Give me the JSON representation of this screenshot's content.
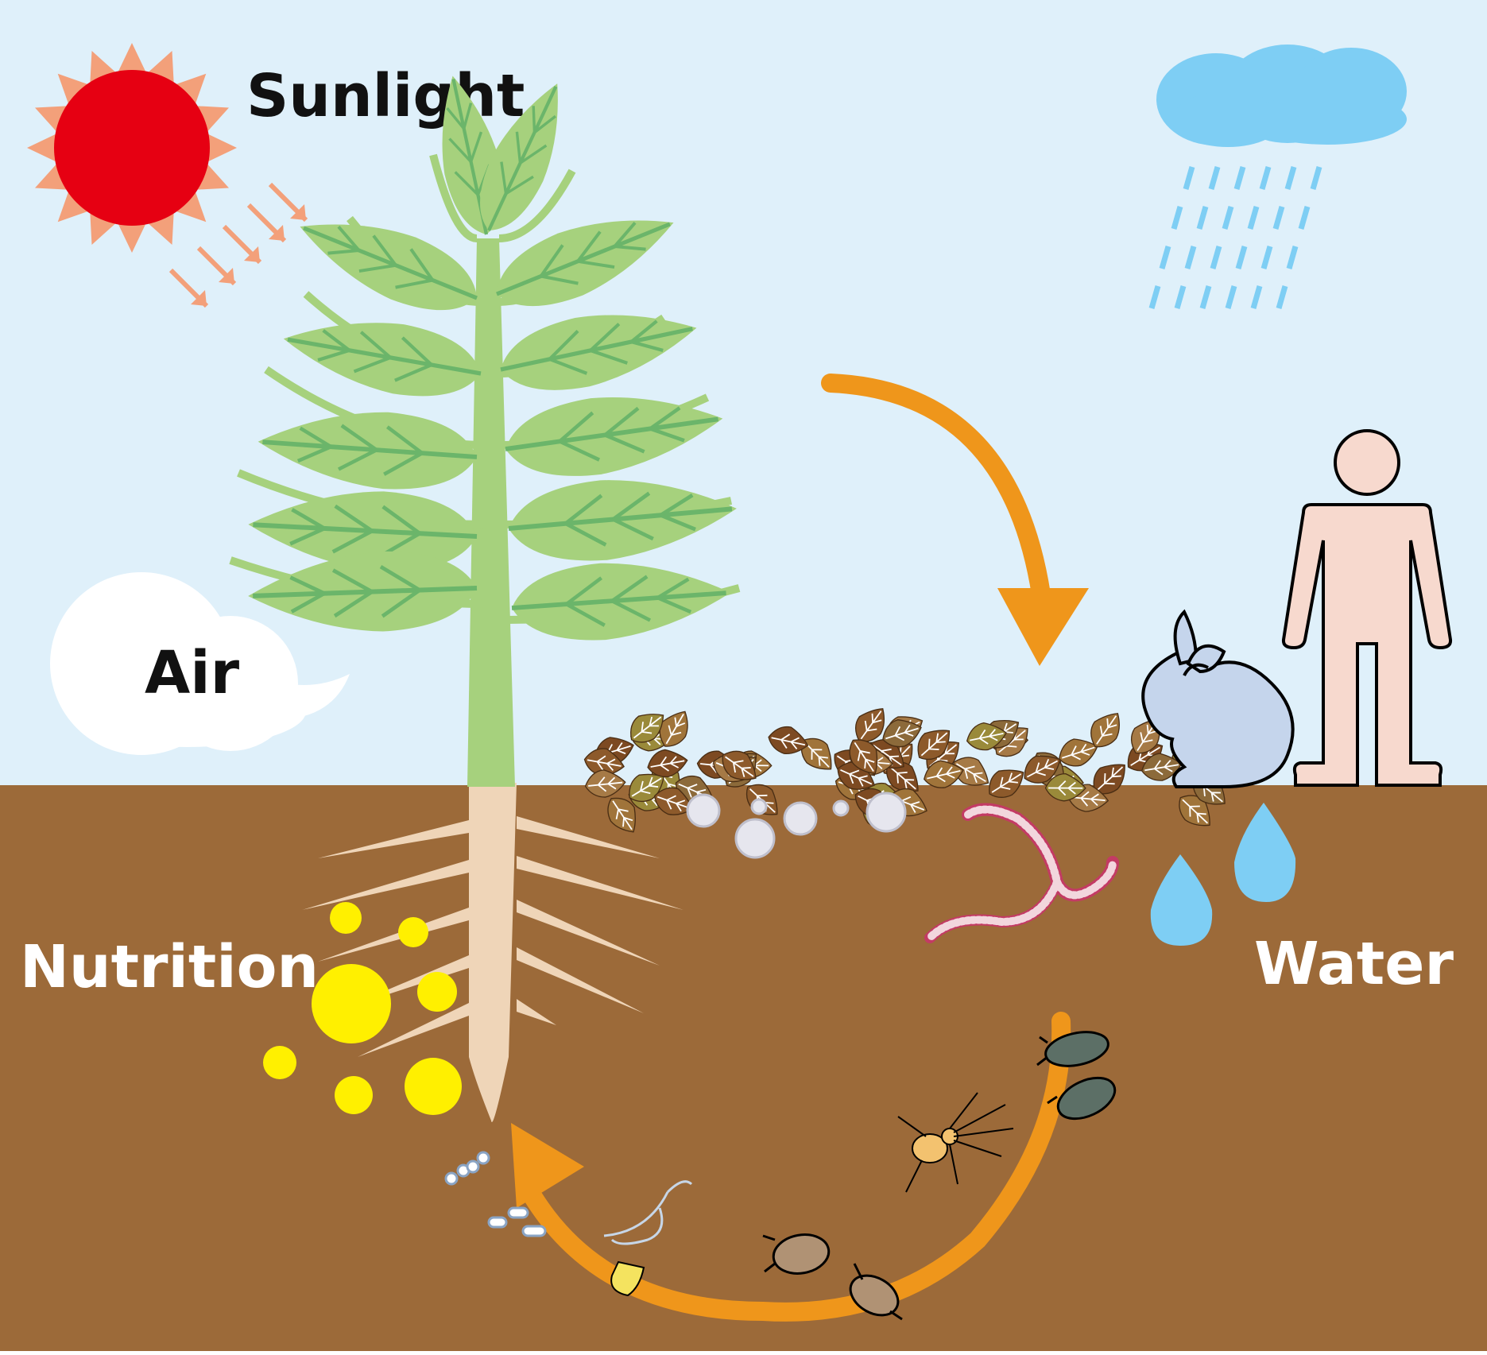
{
  "labels": {
    "sunlight": "Sunlight",
    "air": "Air",
    "nutrition": "Nutrition",
    "water": "Water"
  },
  "colors": {
    "sky": "#dff0fa",
    "soil": "#9c6a39",
    "sun": "#e60012",
    "sun_rays": "#f3a07a",
    "leaf": "#a6d17d",
    "leaf_vein": "#6bb56a",
    "stem": "#a6d17d",
    "root": "#efd5b8",
    "nutrient": "#fff000",
    "rain": "#7ecef4",
    "cycle_arrow": "#ef961b",
    "rabbit": "#c5d5ec",
    "human": "#f7d9ce",
    "earthworm": "#c33b64"
  },
  "icons": [
    "sun-icon",
    "rain-cloud-icon",
    "air-cloud-icon",
    "plant-icon",
    "rabbit-icon",
    "human-icon",
    "leaf-litter-icon",
    "earthworm-icon",
    "water-drop-icon",
    "insect-icon",
    "spider-icon",
    "microbe-icon"
  ]
}
